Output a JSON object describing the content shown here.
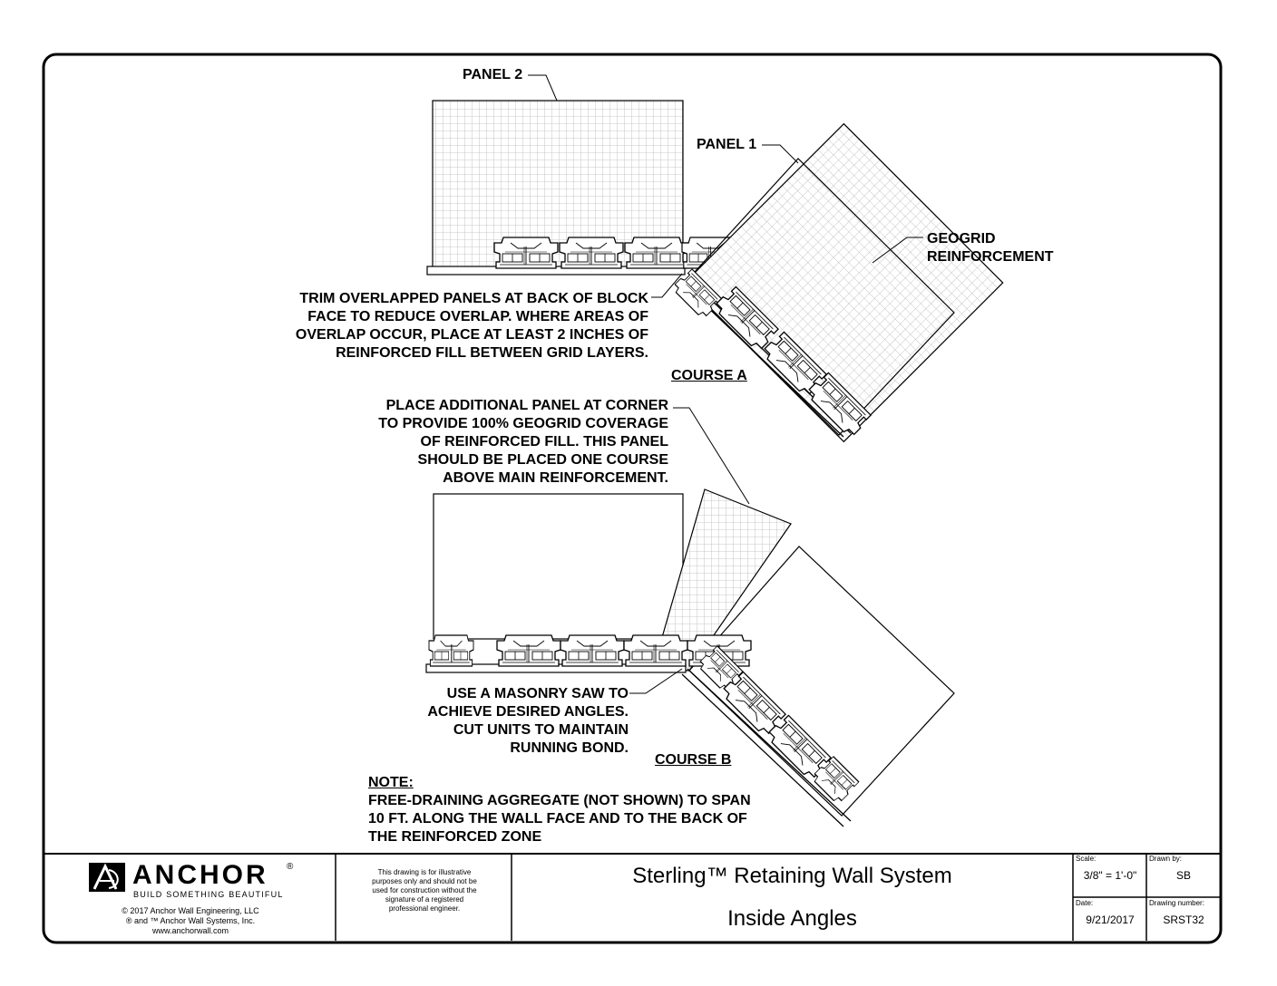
{
  "labels": {
    "panel2": "PANEL 2",
    "panel1": "PANEL 1",
    "geogrid": "GEOGRID\nREINFORCEMENT",
    "trim_note": "TRIM OVERLAPPED PANELS AT BACK OF BLOCK\nFACE TO REDUCE OVERLAP. WHERE AREAS OF\nOVERLAP OCCUR, PLACE AT LEAST 2 INCHES OF\nREINFORCED FILL BETWEEN GRID LAYERS.",
    "course_a": "COURSE A",
    "additional_panel_note": "PLACE ADDITIONAL PANEL AT CORNER\nTO PROVIDE 100% GEOGRID COVERAGE\nOF REINFORCED FILL. THIS PANEL\nSHOULD BE PLACED ONE COURSE\nABOVE MAIN REINFORCEMENT.",
    "saw_note": "USE A MASONRY SAW TO\nACHIEVE DESIRED ANGLES.\nCUT UNITS TO MAINTAIN\nRUNNING BOND.",
    "course_b": "COURSE B",
    "note_heading": "NOTE:",
    "note_body": "FREE-DRAINING AGGREGATE (NOT SHOWN) TO SPAN\n10 FT. ALONG THE WALL FACE AND TO THE BACK OF\nTHE REINFORCED ZONE"
  },
  "title_block": {
    "logo_text": "ANCHOR",
    "logo_registered": "®",
    "tagline": "BUILD SOMETHING BEAUTIFUL",
    "copyright": "© 2017 Anchor Wall Engineering, LLC\n® and ™ Anchor Wall Systems, Inc.\nwww.anchorwall.com",
    "disclaimer": "This drawing is for illustrative\npurposes only and should not be\nused for construction without the\nsignature of a registered\nprofessional engineer.",
    "title": "Sterling™ Retaining Wall System",
    "subtitle": "Inside Angles",
    "scale_label": "Scale:",
    "scale_value": "3/8\" = 1'-0\"",
    "drawn_by_label": "Drawn by:",
    "drawn_by_value": "SB",
    "date_label": "Date:",
    "date_value": "9/21/2017",
    "drawing_number_label": "Drawing number:",
    "drawing_number_value": "SRST32"
  }
}
